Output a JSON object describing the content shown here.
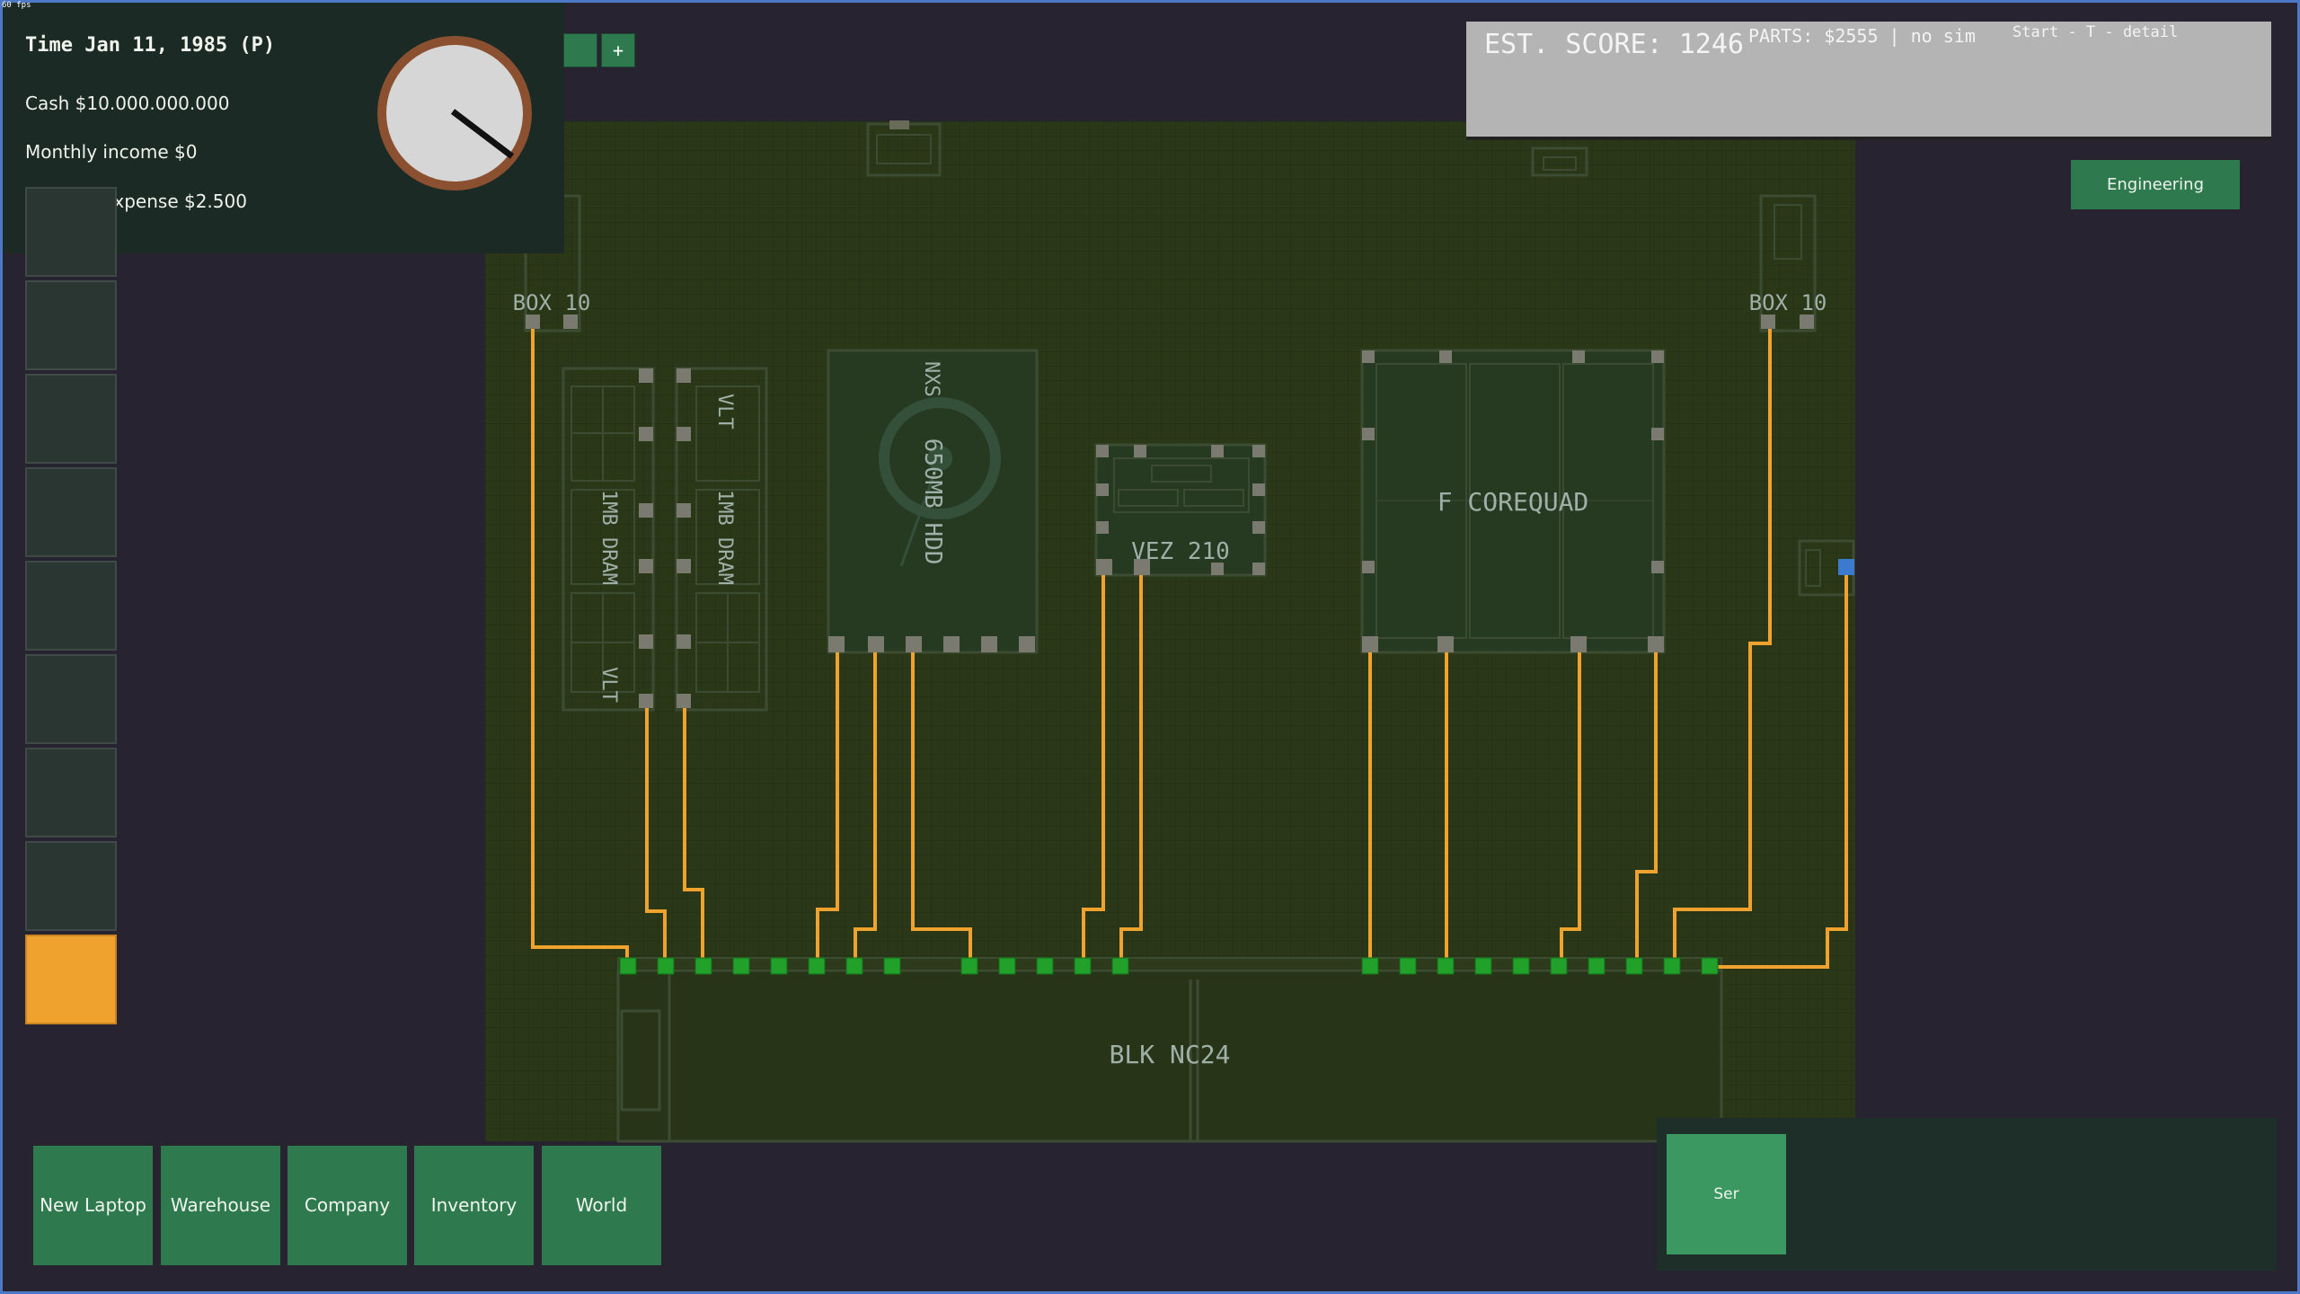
{
  "fps": "60 fps",
  "status": {
    "time": "Time Jan 11, 1985 (P)",
    "cash": "Cash $10.000.000.000",
    "monthly_income": "Monthly income $0",
    "monthly_expense": "Monthly expense $2.500"
  },
  "toolbar": {
    "plus_label": "+"
  },
  "score_panel": {
    "score": "EST. SCORE: 1246",
    "parts": "PARTS: $2555 | no sim",
    "hint": "Start - T - detail"
  },
  "engineering_label": "Engineering",
  "components": {
    "box_left": "BOX 10",
    "box_right": "BOX 10",
    "ram_a": "1MB DRAM",
    "ram_b": "1MB DRAM",
    "vlt_top": "VLT",
    "vlt_bottom": "VLT",
    "hdd_brand": "NXS",
    "hdd": "650MB HDD",
    "chip": "VEZ 210",
    "cpu": "F COREQUAD",
    "motherboard": "BLK NC24"
  },
  "nav": {
    "new_laptop": "New Laptop",
    "warehouse": "Warehouse",
    "company": "Company",
    "inventory": "Inventory",
    "world": "World"
  },
  "bottom_right": {
    "ser_label": "Ser"
  },
  "colors": {
    "board": "#2b3818",
    "wire": "#f0a22f",
    "pin_green": "#22a12a",
    "button_green": "#2e7a4e",
    "panel_dark": "#1c2a26",
    "accent_orange": "#f0a22f"
  }
}
